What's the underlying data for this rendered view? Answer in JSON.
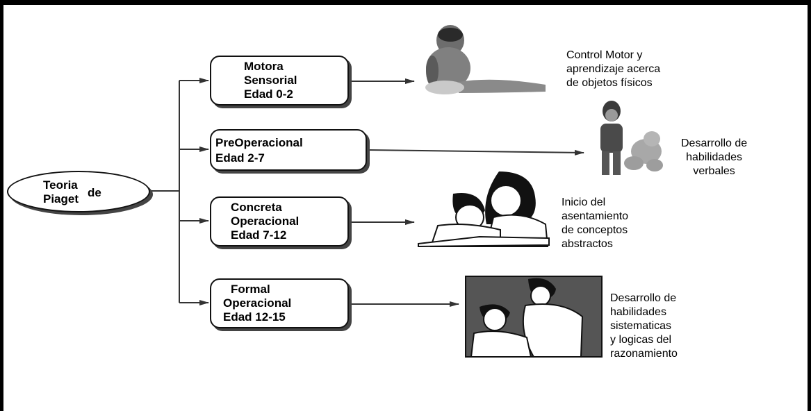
{
  "root": {
    "line1": "Teoria",
    "line2": "Piaget",
    "connector": "de"
  },
  "stages": [
    {
      "name": "Motora",
      "name2": "Sensorial",
      "age": "Edad 0-2",
      "description": "Control Motor y\naprendizaje acerca\nde objetos físicos",
      "illustration": "baby-photo"
    },
    {
      "name": "PreOperacional",
      "name2": "",
      "age": "Edad 2-7",
      "description": "Desarrollo de\nhabilidades\nverbales",
      "illustration": "toddler-with-teddy-photo"
    },
    {
      "name": "Concreta",
      "name2": "Operacional",
      "age": "Edad 7-12",
      "description": "Inicio del\nasentamiento\nde conceptos\nabstractos",
      "illustration": "child-reading-with-adult-drawing"
    },
    {
      "name": "Formal",
      "name2": "Operacional",
      "age": "Edad 12-15",
      "description": "Desarrollo de\nhabilidades\nsistematicas\ny logicas del\nrazonamiento",
      "illustration": "teen-studying-with-teacher-drawing"
    }
  ]
}
